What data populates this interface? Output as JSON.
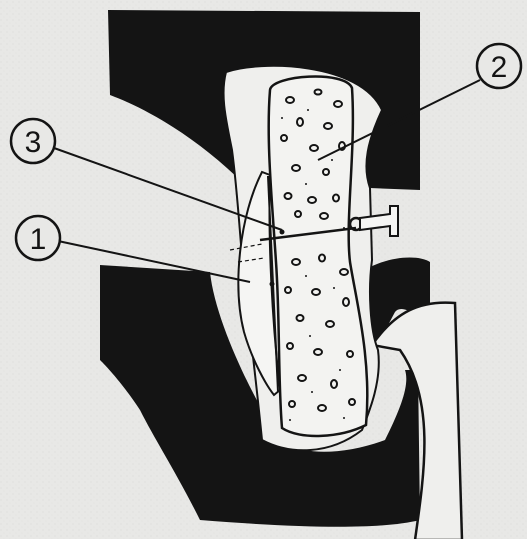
{
  "figure": {
    "callouts": [
      {
        "id": "1",
        "label": "1"
      },
      {
        "id": "2",
        "label": "2"
      },
      {
        "id": "3",
        "label": "3"
      }
    ],
    "colors": {
      "background": "#e8e8e6",
      "ink": "#141414",
      "light_region": "#efefed"
    }
  }
}
